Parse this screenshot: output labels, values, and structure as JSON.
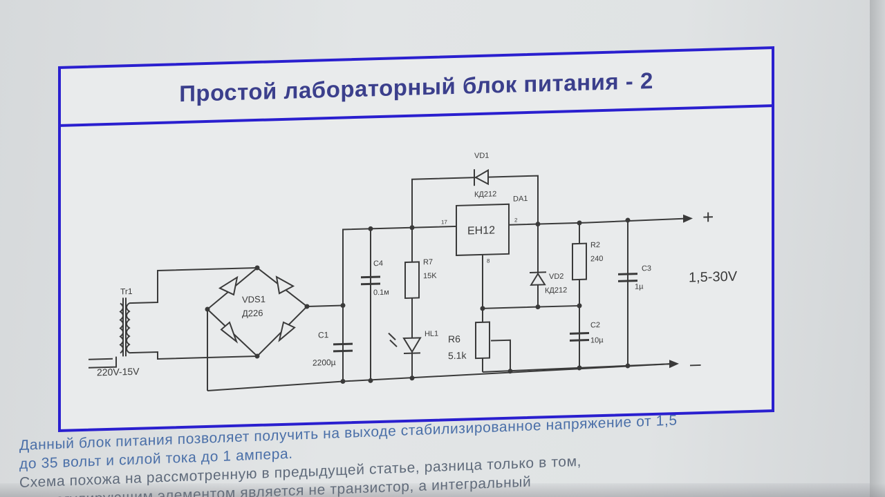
{
  "slide": {
    "title": "Простой лабораторный блок питания - 2"
  },
  "schematic": {
    "labels": {
      "tr1": "Tr1",
      "tr1_rating": "220V-15V",
      "vds1": "VDS1",
      "vds1_type": "Д226",
      "c1": "C1",
      "c1_value": "2200µ",
      "c4": "C4",
      "c4_value": "0.1м",
      "r7": "R7",
      "r7_value": "15K",
      "hl1": "HL1",
      "r6": "R6",
      "r6_value": "5.1k",
      "da1": "DA1",
      "da1_type": "EH12",
      "pin17": "17",
      "pin2": "2",
      "pin8": "8",
      "vd1": "VD1",
      "vd1_type": "КД212",
      "vd2": "VD2",
      "vd2_type": "КД212",
      "r2": "R2",
      "r2_value": "240",
      "c2": "C2",
      "c2_value": "10µ",
      "c3": "C3",
      "c3_value": "1µ",
      "plus": "+",
      "minus": "–",
      "voltage_range": "1,5-30V"
    }
  },
  "article": {
    "line1": "Данный блок питания позволяет получить на выходе стабилизированное напряжение от 1,5",
    "line2": "до 35 вольт и силой тока до 1 ампера.",
    "line3": "Схема похожа на рассмотренную в предыдущей статье, разница только в том,",
    "line4": "что регулирующим элементом является не транзистор, а интегральный"
  },
  "colors": {
    "frame": "#2a1fcf",
    "title": "#3b3f8c",
    "wire": "#3a3a3a",
    "body_text": "#4a6fa8"
  }
}
